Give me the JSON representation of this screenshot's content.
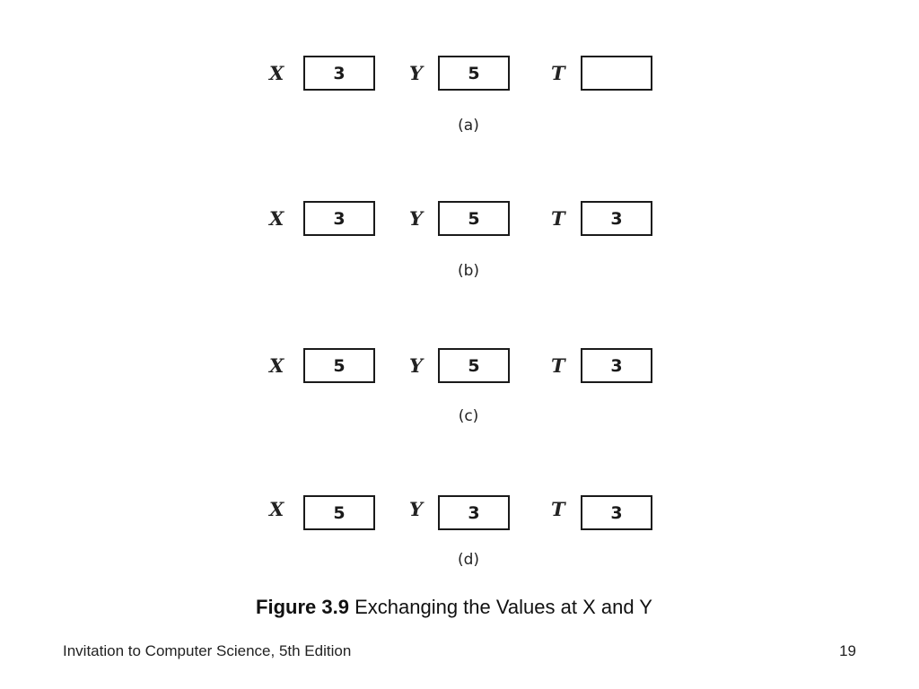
{
  "steps": [
    {
      "caption": "(a)",
      "vars": [
        {
          "label": "X",
          "value": "3"
        },
        {
          "label": "Y",
          "value": "5"
        },
        {
          "label": "T",
          "value": ""
        }
      ]
    },
    {
      "caption": "(b)",
      "vars": [
        {
          "label": "X",
          "value": "3"
        },
        {
          "label": "Y",
          "value": "5"
        },
        {
          "label": "T",
          "value": "3"
        }
      ]
    },
    {
      "caption": "(c)",
      "vars": [
        {
          "label": "X",
          "value": "5"
        },
        {
          "label": "Y",
          "value": "5"
        },
        {
          "label": "T",
          "value": "3"
        }
      ]
    },
    {
      "caption": "(d)",
      "vars": [
        {
          "label": "X",
          "value": "5"
        },
        {
          "label": "Y",
          "value": "3"
        },
        {
          "label": "T",
          "value": "3"
        }
      ]
    }
  ],
  "figure": {
    "number": "Figure 3.9",
    "title": "Exchanging the Values at X and Y"
  },
  "footer": {
    "book": "Invitation to Computer Science, 5th Edition",
    "page": "19"
  }
}
